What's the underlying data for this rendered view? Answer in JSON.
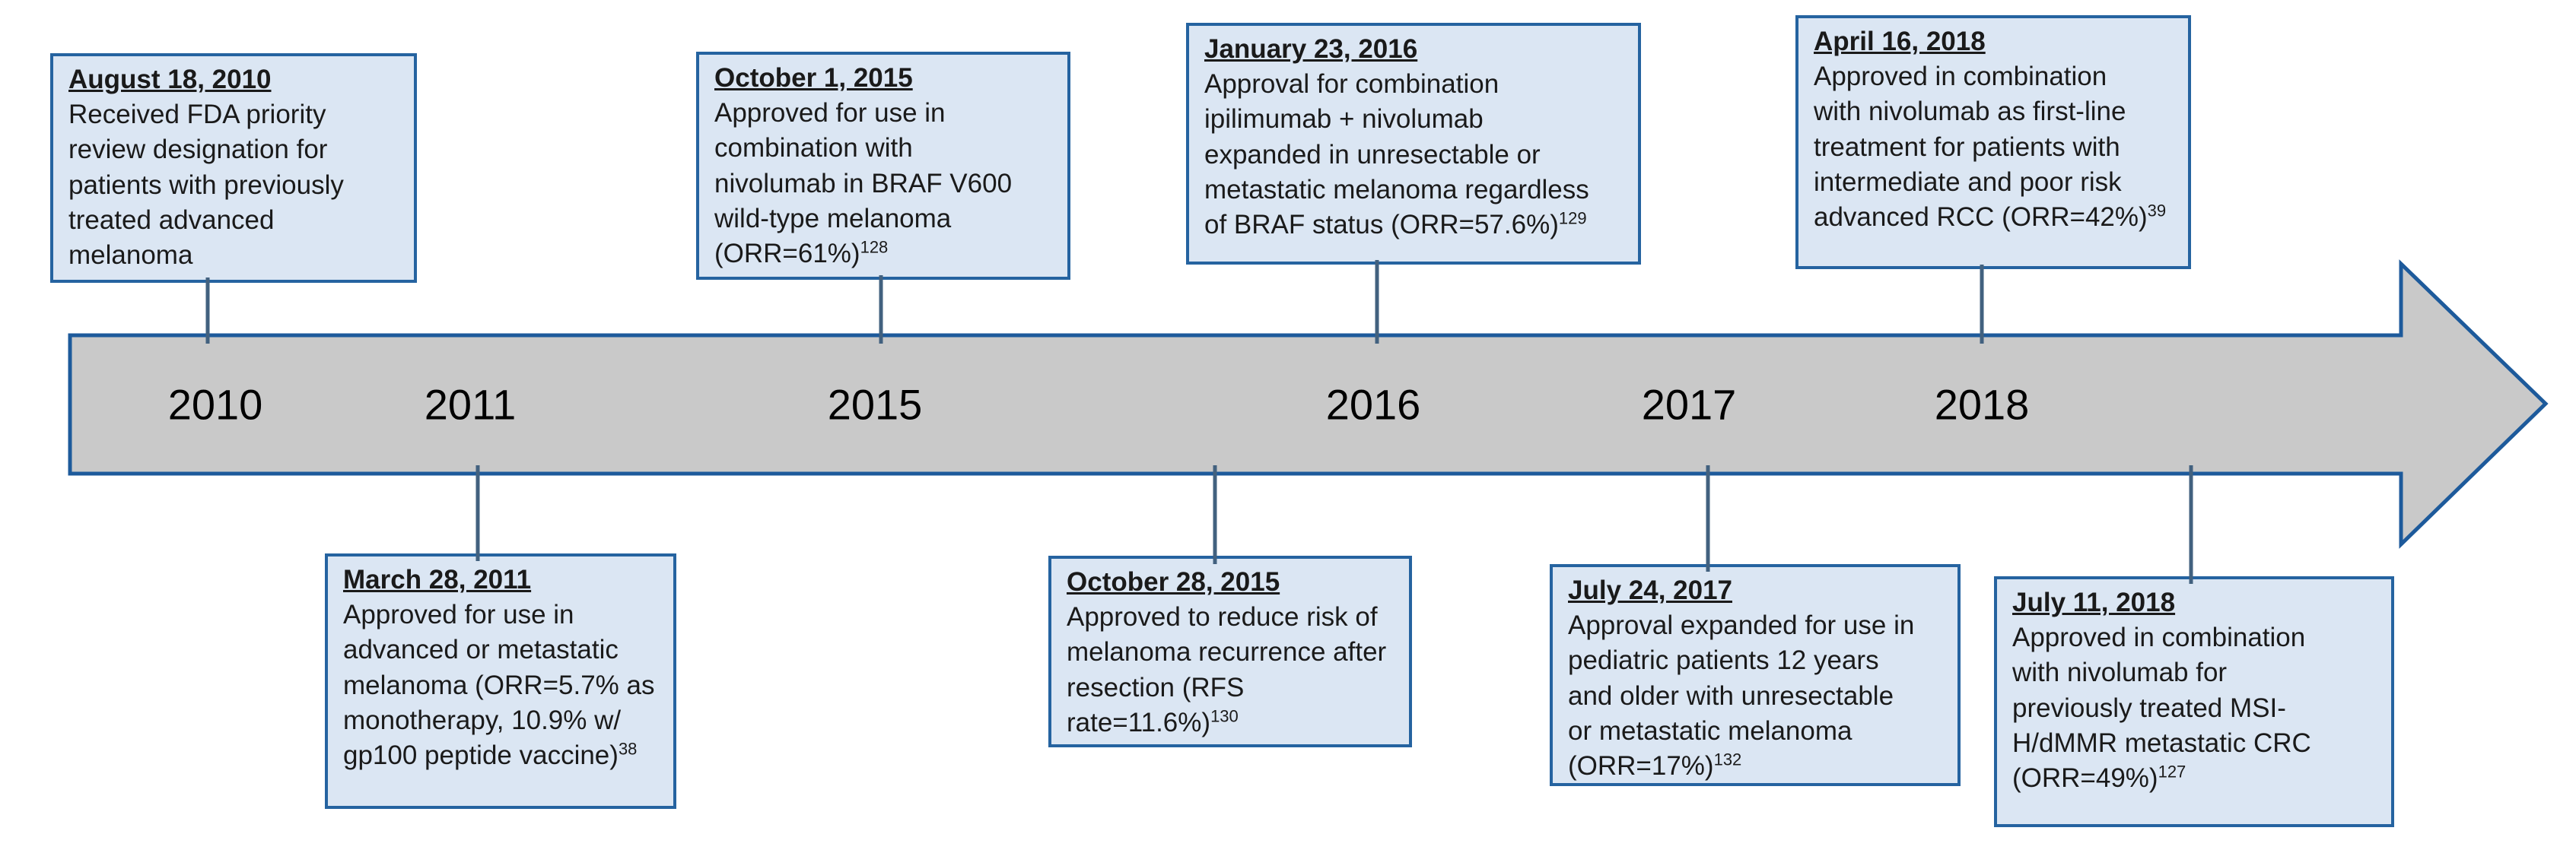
{
  "colors": {
    "box_fill": "#dbe6f3",
    "box_border": "#2563a0",
    "arrow_fill": "#c9c9c9",
    "arrow_border": "#1d5a9b",
    "connector": "#42617f",
    "text": "#1a1a1a"
  },
  "timeline": {
    "years": [
      "2010",
      "2011",
      "2015",
      "2016",
      "2017",
      "2018"
    ]
  },
  "events": [
    {
      "date": "August 18, 2010",
      "description": "Received FDA priority\nreview designation for\npatients with previously\ntreated advanced\nmelanoma",
      "position": "above"
    },
    {
      "date": "October 1, 2015",
      "description": "Approved for use in\ncombination with\nnivolumab in BRAF V600\nwild-type melanoma\n(ORR=61%)",
      "ref": "128",
      "position": "above"
    },
    {
      "date": "January 23, 2016",
      "description": "Approval for combination\nipilimumab + nivolumab\nexpanded in unresectable or\nmetastatic melanoma regardless\nof BRAF status (ORR=57.6%)",
      "ref": "129",
      "position": "above"
    },
    {
      "date": "April 16, 2018",
      "description": "Approved in combination\nwith nivolumab as first-line\ntreatment for patients with\nintermediate and poor risk\nadvanced RCC (ORR=42%)",
      "ref": "39",
      "position": "above"
    },
    {
      "date": "March 28, 2011",
      "description": "Approved for use in\nadvanced or metastatic\nmelanoma (ORR=5.7% as\nmonotherapy, 10.9% w/\ngp100 peptide vaccine)",
      "ref": "38",
      "position": "below"
    },
    {
      "date": "October 28, 2015",
      "description": "Approved to reduce risk of\nmelanoma recurrence after\nresection (RFS\nrate=11.6%)",
      "ref": "130",
      "position": "below"
    },
    {
      "date": "July 24, 2017",
      "description": "Approval expanded for use in\npediatric patients 12 years\nand older with unresectable\nor metastatic melanoma\n(ORR=17%)",
      "ref": "132",
      "position": "below"
    },
    {
      "date": "July 11, 2018",
      "description": "Approved in combination\nwith nivolumab for\npreviously treated MSI-\nH/dMMR metastatic CRC\n(ORR=49%)",
      "ref": "127",
      "position": "below"
    }
  ]
}
